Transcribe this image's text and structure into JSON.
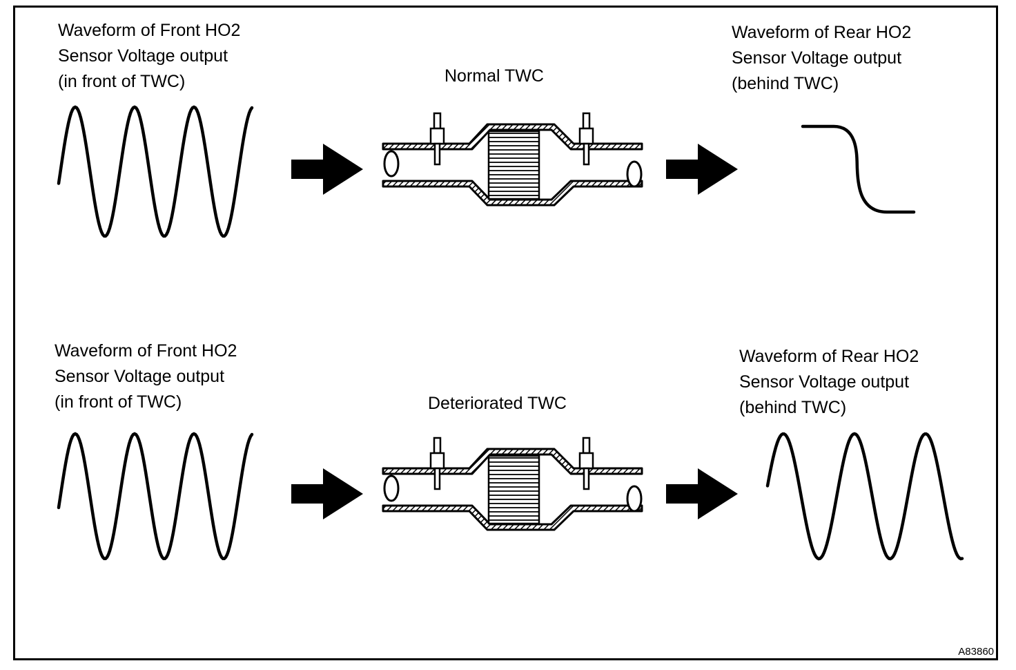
{
  "figure_id": "A83860",
  "rows": [
    {
      "front_label": [
        "Waveform of Front HO2",
        "Sensor Voltage output",
        "(in front of TWC)"
      ],
      "twc_label": "Normal TWC",
      "rear_label": [
        "Waveform of Rear HO2",
        "Sensor Voltage output",
        "(behind TWC)"
      ],
      "rear_waveform": "step-down"
    },
    {
      "front_label": [
        "Waveform of Front HO2",
        "Sensor Voltage output",
        "(in front of TWC)"
      ],
      "twc_label": "Deteriorated TWC",
      "rear_label": [
        "Waveform of Rear HO2",
        "Sensor Voltage output",
        "(behind TWC)"
      ],
      "rear_waveform": "sine"
    }
  ],
  "colors": {
    "stroke": "#000000",
    "background": "#ffffff"
  }
}
